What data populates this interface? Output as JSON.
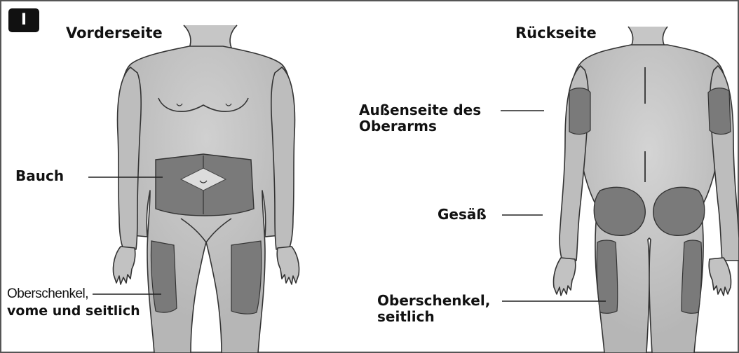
{
  "panel": {
    "badge": "I"
  },
  "front": {
    "title": "Vorderseite",
    "labels": {
      "abdomen": "Bauch",
      "thigh_line1": "Oberschenkel,",
      "thigh_line2": "vome und seitlich"
    }
  },
  "back": {
    "title": "Rückseite",
    "labels": {
      "upper_arm_line1": "Außenseite des",
      "upper_arm_line2": "Oberarms",
      "buttocks": "Gesäß",
      "thigh_line1": "Oberschenkel,",
      "thigh_line2": "seitlich"
    }
  },
  "colors": {
    "body": "#bcbcbc",
    "body_highlight": "#d2d2d2",
    "injection_zone": "#7a7a7a",
    "navel_patch": "#dcdcdc",
    "outline": "#333333",
    "frame": "#555555"
  }
}
